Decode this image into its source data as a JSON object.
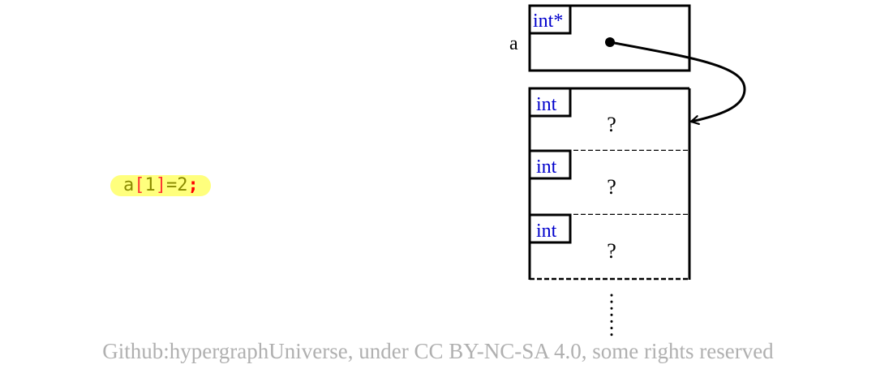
{
  "code": {
    "tokens": [
      {
        "text": "a",
        "kind": "ident"
      },
      {
        "text": "[",
        "kind": "bracket"
      },
      {
        "text": "1",
        "kind": "num"
      },
      {
        "text": "]",
        "kind": "bracket"
      },
      {
        "text": "=",
        "kind": "op"
      },
      {
        "text": "2",
        "kind": "num"
      },
      {
        "text": ";",
        "kind": "semi"
      }
    ]
  },
  "pointer": {
    "var_name": "a",
    "type_label": "int*"
  },
  "cells": [
    {
      "type_label": "int",
      "value": "?"
    },
    {
      "type_label": "int",
      "value": "?"
    },
    {
      "type_label": "int",
      "value": "?"
    }
  ],
  "colors": {
    "type_label": "#0000cc",
    "highlight": "#ffff66",
    "footer": "#b0b0b0"
  },
  "footer": "Github:hypergraphUniverse, under CC BY-NC-SA 4.0, some rights reserved"
}
